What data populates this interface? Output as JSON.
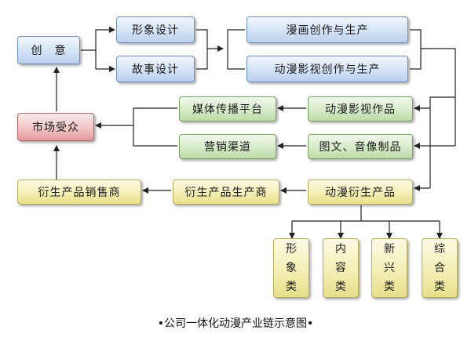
{
  "nodes": {
    "creativity": "创　意",
    "image_design": "形象设计",
    "story_design": "故事设计",
    "comic_creation": "漫画创作与生产",
    "animation_creation": "动漫影视创作与生产",
    "market_audience": "市场受众",
    "media_platform": "媒体传播平台",
    "animation_works": "动漫影视作品",
    "sales_channels": "营销渠道",
    "graphic_av_products": "图文、音像制品",
    "derivative_sellers": "衍生产品销售商",
    "derivative_producers": "衍生产品生产商",
    "animation_derivatives": "动漫衍生产品"
  },
  "categories": [
    [
      "形",
      "象",
      "类"
    ],
    [
      "内",
      "容",
      "类"
    ],
    [
      "新",
      "兴",
      "类"
    ],
    [
      "综",
      "合",
      "类"
    ]
  ],
  "caption": "•公司一体化动漫产业链示意图•"
}
